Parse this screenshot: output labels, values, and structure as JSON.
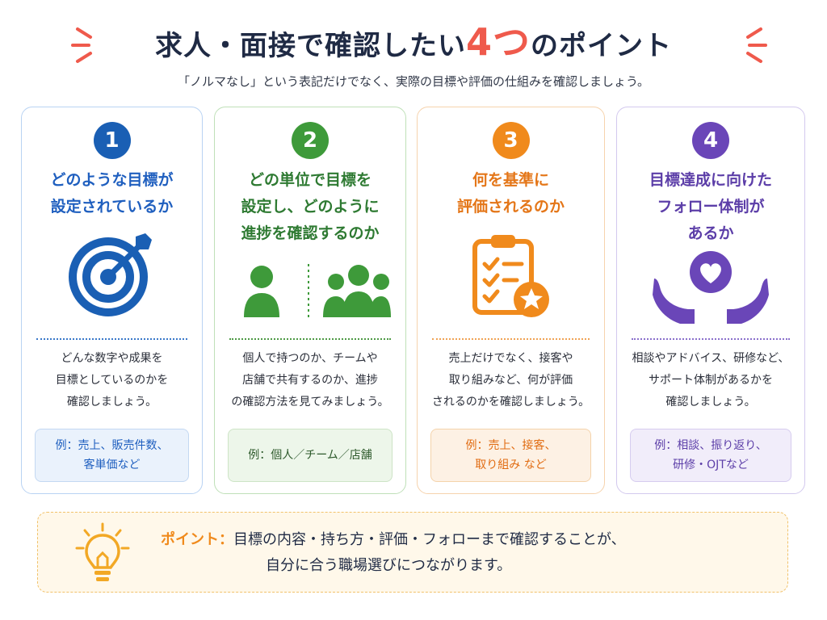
{
  "title": {
    "before": "求人・面接で確認したい",
    "accent": "4つ",
    "after": "のポイント"
  },
  "subtitle": "「ノルマなし」という表記だけでなく、実際の目標や評価の仕組みを確認しましょう。",
  "colors": {
    "blue": "#1a5fb4",
    "green": "#3e9a3a",
    "orange": "#f08a1c",
    "purple": "#6a46b8",
    "title_accent": "#ef5a4c"
  },
  "cards": [
    {
      "number": "1",
      "heading_lines": [
        "どのような目標が",
        "設定されているか"
      ],
      "icon": "target-icon",
      "body_lines": [
        "どんな数字や成果を",
        "目標としているのかを",
        "確認しましょう。"
      ],
      "example_lines": [
        "例：売上、販売件数、",
        "客単価など"
      ]
    },
    {
      "number": "2",
      "heading_lines": [
        "どの単位で目標を",
        "設定し、どのように",
        "進捗を確認するのか"
      ],
      "icon": "person-and-group-icon",
      "body_lines": [
        "個人で持つのか、チームや",
        "店舗で共有するのか、進捗",
        "の確認方法を見てみましょう。"
      ],
      "example_lines": [
        "例：個人／チーム／店舗"
      ]
    },
    {
      "number": "3",
      "heading_lines": [
        "何を基準に",
        "評価されるのか"
      ],
      "icon": "checklist-star-icon",
      "body_lines": [
        "売上だけでなく、接客や",
        "取り組みなど、何が評価",
        "されるのかを確認しましょう。"
      ],
      "example_lines": [
        "例：売上、接客、",
        "取り組み など"
      ]
    },
    {
      "number": "4",
      "heading_lines": [
        "目標達成に向けた",
        "フォロー体制が",
        "あるか"
      ],
      "icon": "hands-heart-icon",
      "body_lines": [
        "相談やアドバイス、研修など、",
        "サポート体制があるかを",
        "確認しましょう。"
      ],
      "example_lines": [
        "例：相談、振り返り、",
        "研修・OJTなど"
      ]
    }
  ],
  "point": {
    "label": "ポイント：",
    "line1": "目標の内容・持ち方・評価・フォローまで確認することが、",
    "line2": "自分に合う職場選びにつながります。",
    "icon": "lightbulb-icon"
  }
}
